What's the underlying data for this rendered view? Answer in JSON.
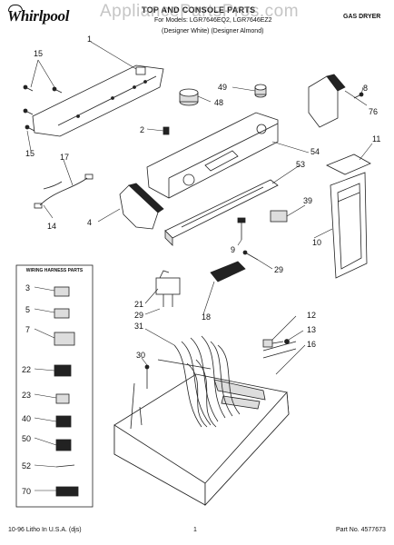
{
  "header": {
    "brand": "Whirlpool",
    "title": "TOP AND CONSOLE PARTS",
    "model_line": "For Models: LGR7646EQ2, LGR7646EZ2",
    "variants_line": "(Designer White)   (Designer Almond)",
    "product": "GAS DRYER",
    "watermark": "AppliancePartsPros.com"
  },
  "footer": {
    "left": "10-96 Litho In U.S.A. (djs)",
    "page": "1",
    "part_no": "Part No. 4577673"
  },
  "wiring_harness": {
    "title": "WIRING HARNESS PARTS",
    "callouts": [
      "3",
      "5",
      "7",
      "22",
      "23",
      "40",
      "50",
      "52",
      "70"
    ]
  },
  "callouts": [
    "1",
    "15",
    "15",
    "17",
    "14",
    "4",
    "2",
    "49",
    "48",
    "54",
    "53",
    "76",
    "8",
    "11",
    "39",
    "9",
    "29",
    "10",
    "21",
    "29",
    "18",
    "31",
    "12",
    "13",
    "16",
    "30"
  ]
}
